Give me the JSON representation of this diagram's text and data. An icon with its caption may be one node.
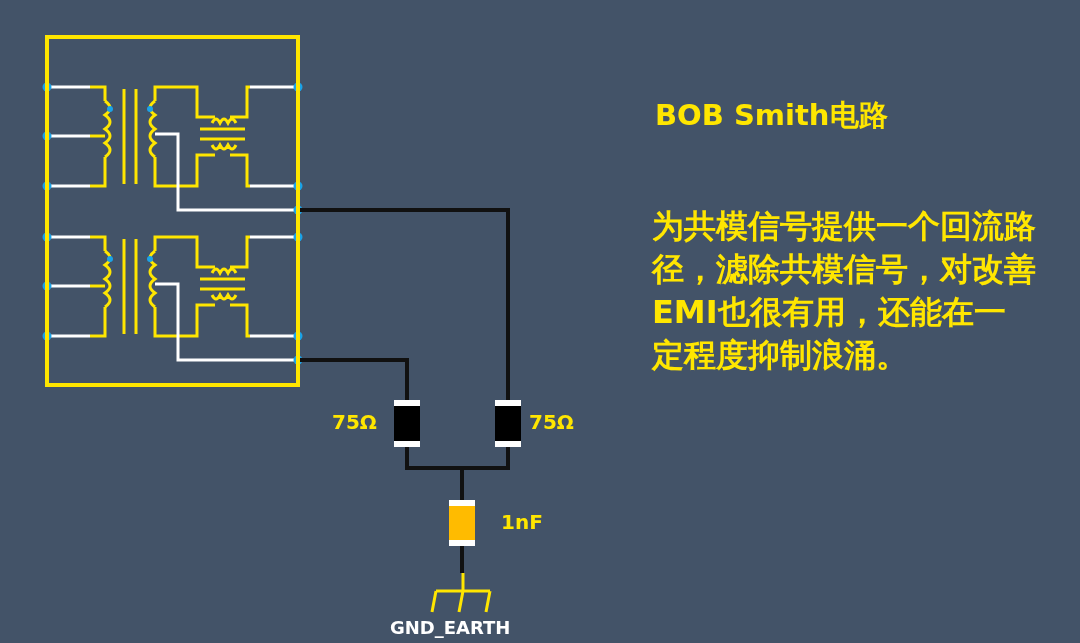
{
  "diagram": {
    "title": "BOB Smith电路",
    "nodes": [
      {
        "text": [],
        "shape": "box"
      },
      {
        "text": [],
        "shape": "box",
        "beside": [
          "75Ω"
        ]
      },
      {
        "text": [],
        "shape": "box",
        "beside": [
          "75Ω"
        ]
      },
      {
        "text": [],
        "shape": "box",
        "beside": [
          "1nF"
        ]
      },
      {
        "text": [],
        "shape": "ground",
        "beside": [
          "GND_EARTH"
        ]
      }
    ],
    "edges": [
      {
        "from": 0,
        "to": 1,
        "arrow": "none"
      },
      {
        "from": 0,
        "to": 2,
        "arrow": "none"
      },
      {
        "from": 1,
        "to": 3,
        "arrow": "none"
      },
      {
        "from": 2,
        "to": 3,
        "arrow": "none"
      },
      {
        "from": 3,
        "to": 4,
        "arrow": "none"
      }
    ],
    "labels": [
      "为共模信号提供一个回流路径，滤除共模信号，对改善EMI也很有用，还能在一定程度抑制浪涌。"
    ]
  }
}
